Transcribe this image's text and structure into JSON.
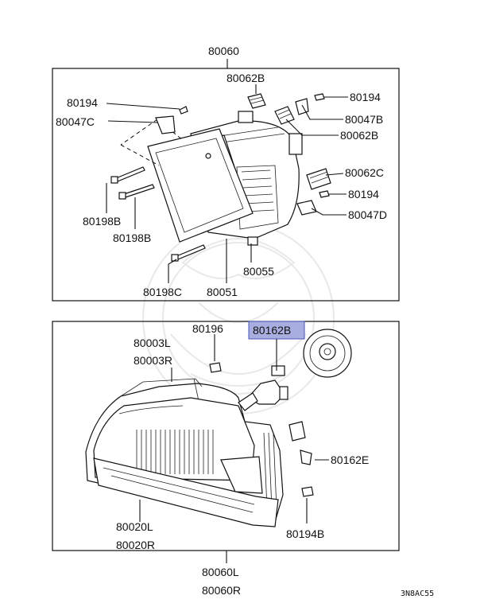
{
  "diagram": {
    "top_assembly": "80060",
    "bottom_assembly_lines": [
      "80060L",
      "80060R"
    ],
    "upper_panel": {
      "labels": {
        "p80062B_top": "80062B",
        "p80194_left": "80194",
        "p80047C": "80047C",
        "p80194_right": "80194",
        "p80047B": "80047B",
        "p80062B_right": "80062B",
        "p80062C": "80062C",
        "p80194_mid": "80194",
        "p80047D": "80047D",
        "p80198B_1": "80198B",
        "p80198B_2": "80198B",
        "p80055": "80055",
        "p80198C": "80198C",
        "p80051": "80051"
      }
    },
    "lower_panel": {
      "labels": {
        "p80196": "80196",
        "p80162B": "80162B",
        "p80003L": "80003L",
        "p80003R": "80003R",
        "p80162E": "80162E",
        "p80020L": "80020L",
        "p80020R": "80020R",
        "p80194B": "80194B"
      },
      "highlighted_part": "80162B",
      "highlight_color": "#a9aee0"
    },
    "diagram_code": "3N8AC55"
  }
}
